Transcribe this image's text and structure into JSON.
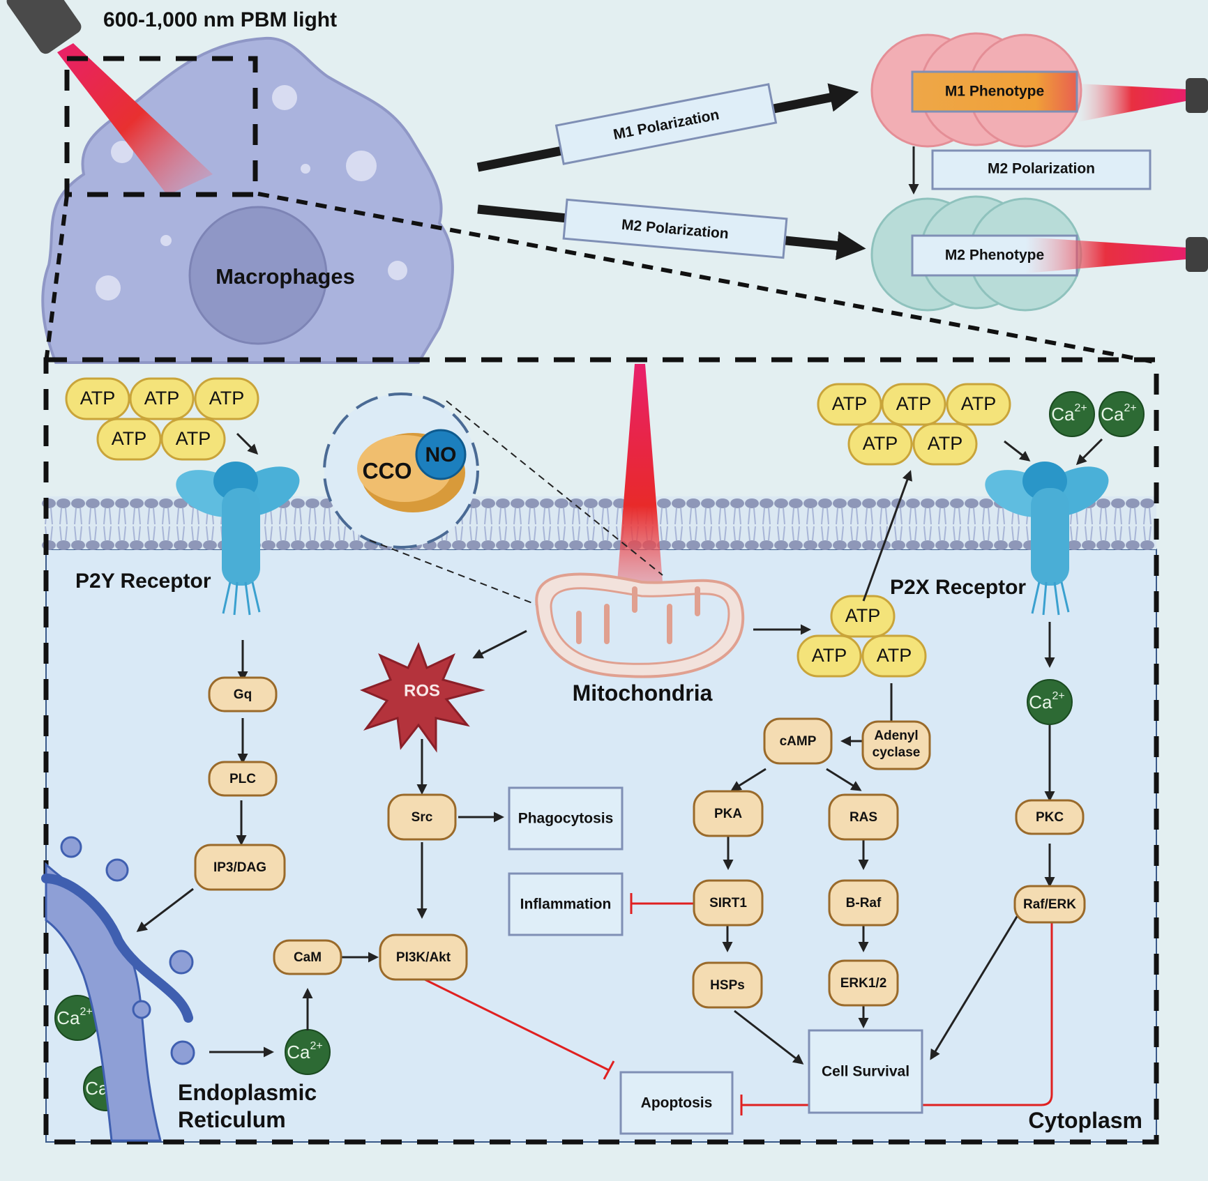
{
  "title": "600-1,000 nm PBM light",
  "colors": {
    "background": "#e3eff1",
    "cytoplasm": "#d9e9f6",
    "macrophage": "#aab3dd",
    "nucleus": "#8f97c6",
    "m1_cell": "#f2aeb4",
    "m2_cell": "#b8dcd8",
    "node_fill": "#f4dcb2",
    "node_stroke": "#9a6a2a",
    "atp_fill": "#f4e37a",
    "atp_stroke": "#c9a43a",
    "calcium": "#2d6a34",
    "inhibition": "#e02020",
    "laser": "#e8202c",
    "receptor": "#3aa0cf",
    "m1_box": "#f0a540"
  },
  "cells": {
    "macrophage_label": "Macrophages",
    "m1_phenotype": "M1 Phenotype",
    "m2_phenotype": "M2 Phenotype"
  },
  "polarization": {
    "m1": "M1 Polarization",
    "m2": "M2 Polarization",
    "m1_to_m2": "M2 Polarization"
  },
  "membrane": {
    "p2y_receptor": "P2Y Receptor",
    "p2x_receptor": "P2X Receptor",
    "cco": "CCO",
    "no": "NO"
  },
  "molecules": {
    "atp": "ATP",
    "ca_base": "Ca",
    "ca_charge": "2+",
    "ros": "ROS"
  },
  "organelles": {
    "mitochondria": "Mitochondria",
    "er_line1": "Endoplasmic",
    "er_line2": "Reticulum",
    "cytoplasm": "Cytoplasm"
  },
  "nodes": {
    "gq": "Gq",
    "plc": "PLC",
    "ip3dag": "IP3/DAG",
    "cam": "CaM",
    "src": "Src",
    "pi3k": "PI3K/Akt",
    "camp": "cAMP",
    "adenyl_1": "Adenyl",
    "adenyl_2": "cyclase",
    "pka": "PKA",
    "ras": "RAS",
    "sirt1": "SIRT1",
    "braf": "B-Raf",
    "hsps": "HSPs",
    "erk": "ERK1/2",
    "pkc": "PKC",
    "raferk": "Raf/ERK"
  },
  "outcomes": {
    "phagocytosis": "Phagocytosis",
    "inflammation": "Inflammation",
    "cell_survival": "Cell Survival",
    "apoptosis": "Apoptosis"
  }
}
